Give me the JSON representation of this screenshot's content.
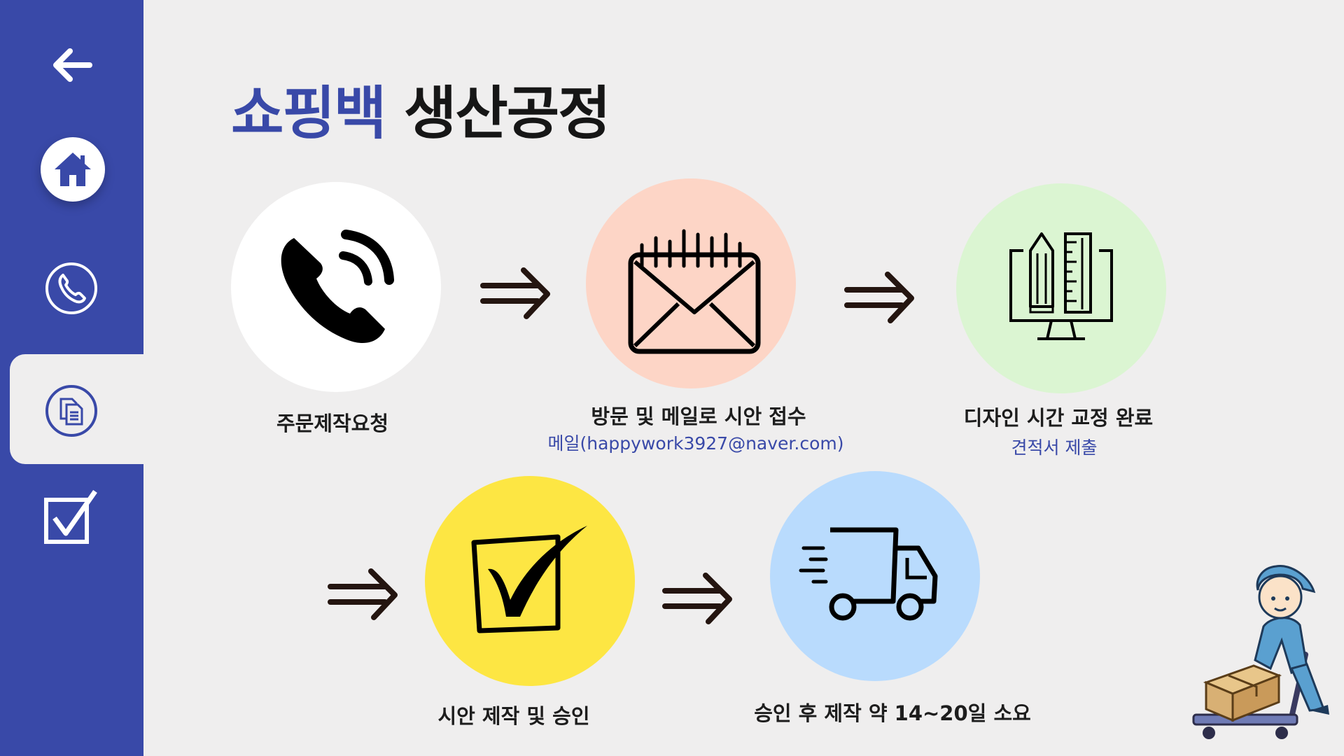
{
  "title": {
    "accent": "쇼핑백",
    "rest": "생산공정"
  },
  "sidebar": {
    "back_icon": "arrow-left-icon",
    "home_icon": "home-icon",
    "call_icon": "phone-icon",
    "docs_icon": "documents-icon",
    "check_icon": "checkbox-icon",
    "accent_color": "#3949a8"
  },
  "steps": [
    {
      "label": "주문제작요청",
      "sub": "",
      "icon": "phone-call-icon",
      "color": "#ffffff"
    },
    {
      "label": "방문 및 메일로 시안 접수",
      "sub": "메일(happywork3927@naver.com)",
      "icon": "envelope-icon",
      "color": "#fdd5c6"
    },
    {
      "label": "디자인 시간 교정 완료",
      "sub": "견적서 제출",
      "icon": "design-monitor-icon",
      "color": "#dbf5d2"
    },
    {
      "label": "시안 제작 및 승인",
      "sub": "",
      "icon": "checkmark-icon",
      "color": "#fde643"
    },
    {
      "label": "승인 후 제작 약 14~20일 소요",
      "sub": "",
      "icon": "delivery-truck-icon",
      "color": "#b9dbfd"
    }
  ]
}
